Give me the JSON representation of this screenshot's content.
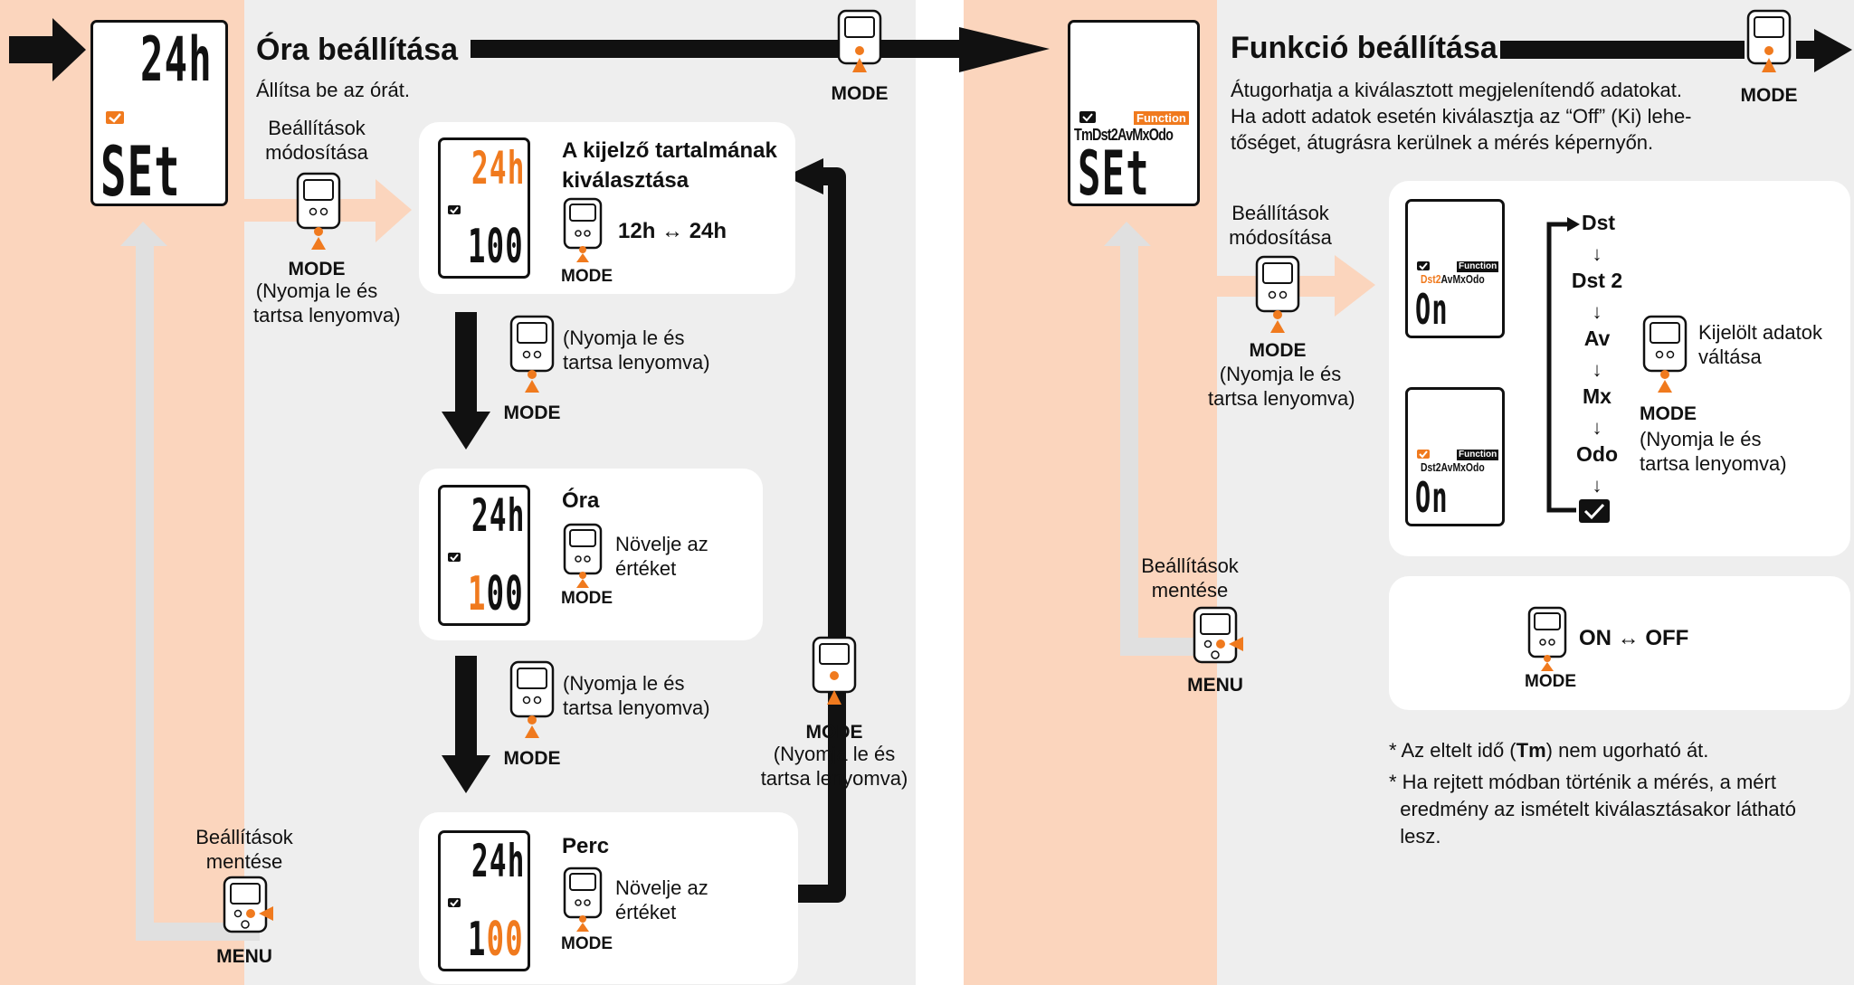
{
  "colors": {
    "peach": "#fbd5bd",
    "gray": "#eeeeee",
    "orange": "#f07a1e",
    "black": "#111111"
  },
  "icons": [
    "mode-button-icon",
    "menu-button-icon",
    "clock-icon",
    "arrow-right-icon",
    "arrow-down-icon"
  ],
  "clock": {
    "title": "Óra beállítása",
    "subtitle": "Állítsa be az órát.",
    "top_mode": "MODE",
    "main_screen": {
      "top": "24h",
      "bottom": "SEt"
    },
    "change_settings": {
      "label": "Beállítások\nmódosítása",
      "button": "MODE",
      "note": "(Nyomja le és\ntartsa lenyomva)"
    },
    "save_settings": {
      "label": "Beállítások\nmentése",
      "button": "MENU"
    },
    "panel1": {
      "title": "A kijelző tartalmának\nkiválasztása",
      "toggle": "12h ↔ 24h",
      "button": "MODE",
      "screen_top": "24h",
      "screen_bottom": "100"
    },
    "step1": {
      "note": "(Nyomja le és\ntartsa lenyomva)",
      "button": "MODE"
    },
    "panel2": {
      "title": "Óra",
      "action": "Növelje az\nértéket",
      "button": "MODE",
      "screen_top": "24h",
      "screen_bottom_hl": "1",
      "screen_bottom_rest": "00"
    },
    "step2": {
      "note": "(Nyomja le és\ntartsa lenyomva)",
      "button": "MODE"
    },
    "panel3": {
      "title": "Perc",
      "action": "Növelje az\nértéket",
      "button": "MODE",
      "screen_top": "24h",
      "screen_bottom_rest": "1",
      "screen_bottom_hl": "00"
    },
    "loop": {
      "button": "MODE",
      "note": "(Nyomja le és\ntartsa lenyomva)"
    }
  },
  "function": {
    "title": "Funkció beállítása",
    "desc": "Átugorhatja a kiválasztott megjelenítendő adatokat.\nHa adott adatok esetén kiválasztja az “Off” (Ki) lehe-\ntőséget, átugrásra kerülnek a mérés képernyőn.",
    "top_mode": "MODE",
    "main_screen": {
      "badge": "Function",
      "labels": "TmDst2AvMxOdo",
      "bottom": "SEt"
    },
    "change_settings": {
      "label": "Beállítások\nmódosítása",
      "button": "MODE",
      "note": "(Nyomja le és\ntartsa lenyomva)"
    },
    "save_settings": {
      "label": "Beállítások\nmentése",
      "button": "MENU"
    },
    "screen_a": {
      "badge": "Function",
      "hl": "Dst2",
      "rest": "AvMxOdo",
      "bottom": "On"
    },
    "screen_b": {
      "badge": "Function",
      "labels": "Dst2AvMxOdo",
      "bottom": "On"
    },
    "cycle": [
      "Dst",
      "Dst 2",
      "Av",
      "Mx",
      "Odo"
    ],
    "switch": {
      "label": "Kijelölt adatok\nváltása",
      "button": "MODE",
      "note": "(Nyomja le és\ntartsa lenyomva)"
    },
    "onoff": {
      "label": "ON ↔ OFF",
      "button": "MODE"
    },
    "notes": [
      "* Az eltelt idő (",
      "Tm",
      ") nem ugorható át.",
      "* Ha rejtett módban történik a mérés, a mért\n  eredmény az ismételt kiválasztásakor látható\n  lesz."
    ]
  }
}
